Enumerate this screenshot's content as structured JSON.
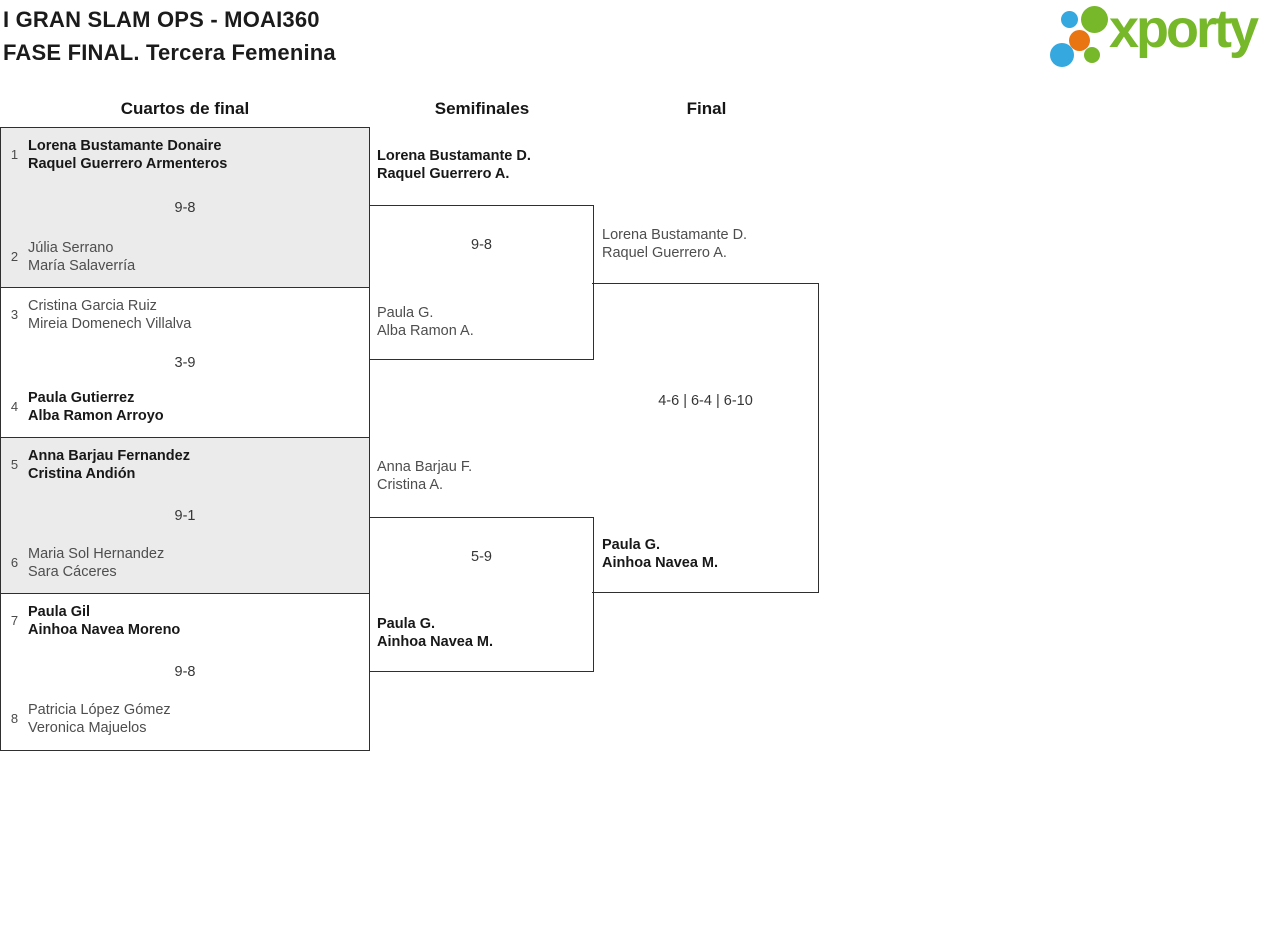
{
  "header": {
    "title_line1": "I GRAN SLAM OPS - MOAI360",
    "title_line2": "FASE FINAL. Tercera Femenina",
    "logo_text": "xporty"
  },
  "round_headers": {
    "quarterfinals": "Cuartos de final",
    "semifinals": "Semifinales",
    "final": "Final"
  },
  "colors": {
    "logo-green": "#76b82a",
    "logo-blue": "#35a8e0",
    "logo-orange": "#e87511",
    "shaded-row": "#ebebeb",
    "line": "#2f2f2f"
  },
  "bracket": {
    "quarterfinals": [
      {
        "top": {
          "seed": "1",
          "line1": "Lorena Bustamante Donaire",
          "line2": "Raquel Guerrero Armenteros"
        },
        "score": "9-8",
        "bottom": {
          "seed": "2",
          "line1": "Júlia Serrano",
          "line2": "María Salaverría"
        }
      },
      {
        "top": {
          "seed": "3",
          "line1": "Cristina Garcia Ruiz",
          "line2": "Mireia Domenech Villalva"
        },
        "score": "3-9",
        "bottom": {
          "seed": "4",
          "line1": "Paula Gutierrez",
          "line2": "Alba Ramon Arroyo"
        }
      },
      {
        "top": {
          "seed": "5",
          "line1": "Anna Barjau Fernandez",
          "line2": "Cristina Andión"
        },
        "score": "9-1",
        "bottom": {
          "seed": "6",
          "line1": "Maria Sol Hernandez",
          "line2": "Sara Cáceres"
        }
      },
      {
        "top": {
          "seed": "7",
          "line1": "Paula Gil",
          "line2": "Ainhoa Navea Moreno"
        },
        "score": "9-8",
        "bottom": {
          "seed": "8",
          "line1": "Patricia López Gómez",
          "line2": "Veronica Majuelos"
        }
      }
    ],
    "semifinals": [
      {
        "top": {
          "line1": "Lorena Bustamante D.",
          "line2": "Raquel Guerrero A."
        },
        "score": "9-8",
        "bottom": {
          "line1": "Paula G.",
          "line2": "Alba Ramon A."
        }
      },
      {
        "top": {
          "line1": "Anna Barjau F.",
          "line2": "Cristina A."
        },
        "score": "5-9",
        "bottom": {
          "line1": "Paula G.",
          "line2": "Ainhoa Navea M."
        }
      }
    ],
    "final": {
      "top": {
        "line1": "Lorena Bustamante D.",
        "line2": "Raquel Guerrero A."
      },
      "score": "4-6 | 6-4 | 6-10",
      "bottom": {
        "line1": "Paula G.",
        "line2": "Ainhoa Navea M."
      }
    }
  }
}
